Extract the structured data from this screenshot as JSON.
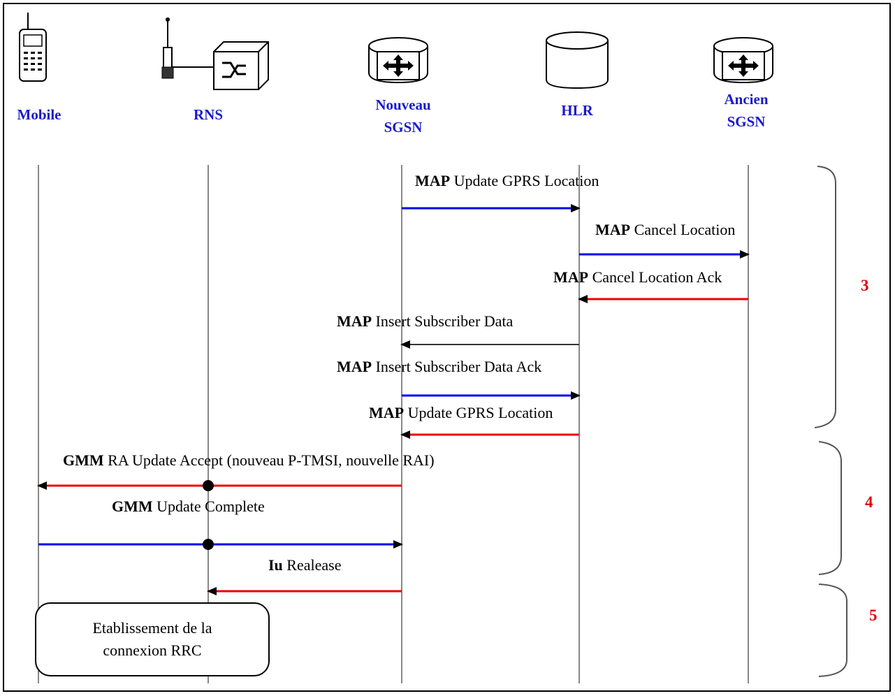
{
  "entities": [
    {
      "id": "mobile",
      "label_line1": "Mobile",
      "label_line2": ""
    },
    {
      "id": "rns",
      "label_line1": "RNS",
      "label_line2": ""
    },
    {
      "id": "new_sgsn",
      "label_line1": "Nouveau",
      "label_line2": "SGSN"
    },
    {
      "id": "hlr",
      "label_line1": "HLR",
      "label_line2": ""
    },
    {
      "id": "old_sgsn",
      "label_line1": "Ancien",
      "label_line2": "SGSN"
    }
  ],
  "messages": [
    {
      "prefix": "MAP",
      "text": "Update GPRS Location",
      "from": "new_sgsn",
      "to": "hlr",
      "color": "#0000ee"
    },
    {
      "prefix": "MAP",
      "text": "Cancel Location",
      "from": "hlr",
      "to": "old_sgsn",
      "color": "#0000ee"
    },
    {
      "prefix": "MAP",
      "text": "Cancel Location Ack",
      "from": "old_sgsn",
      "to": "hlr",
      "color": "#ee0000"
    },
    {
      "prefix": "MAP",
      "text": "Insert Subscriber Data",
      "from": "hlr",
      "to": "new_sgsn",
      "color": "#333333"
    },
    {
      "prefix": "MAP",
      "text": "Insert Subscriber Data Ack",
      "from": "new_sgsn",
      "to": "hlr",
      "color": "#0000ee"
    },
    {
      "prefix": "MAP",
      "text": "Update GPRS Location",
      "from": "hlr",
      "to": "new_sgsn",
      "color": "#ee0000"
    },
    {
      "prefix": "GMM",
      "text": "RA Update Accept (nouveau P-TMSI, nouvelle RAI)",
      "from": "new_sgsn",
      "to": "mobile",
      "color": "#ee0000"
    },
    {
      "prefix": "GMM",
      "text": "Update Complete",
      "from": "mobile",
      "to": "new_sgsn",
      "color": "#0000ee"
    },
    {
      "prefix": "Iu",
      "text": "Realease",
      "from": "new_sgsn",
      "to": "rns",
      "color": "#ee0000"
    }
  ],
  "phases": [
    "3",
    "4",
    "5"
  ],
  "rrc_box": {
    "line1": "Etablissement de la",
    "line2": "connexion RRC"
  },
  "icons": [
    "mobile-phone-icon",
    "rns-antenna-icon",
    "sgsn-router-icon",
    "hlr-database-icon",
    "sgsn-router-icon"
  ]
}
